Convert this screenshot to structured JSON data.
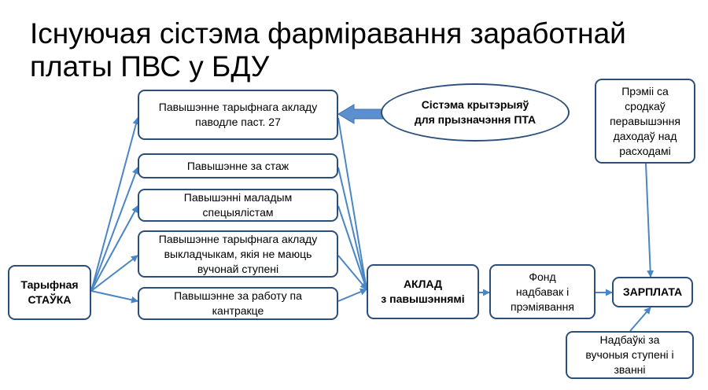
{
  "title": {
    "line1": "Існуючая сістэма фарміравання заработнай",
    "line2": "платы ПВС у БДУ"
  },
  "nodes": {
    "stavka": {
      "line1": "Тарыфная",
      "line2": "СТАЎКА"
    },
    "raise27": {
      "line1": "Павышэнне тарыфнага акладу",
      "line2": "паводле паст. 27"
    },
    "staj": {
      "line1": "Павышэнне за стаж"
    },
    "young": {
      "line1": "Павышэнні маладым",
      "line2": "спецыялістам"
    },
    "lecturers": {
      "line1": "Павышэнне тарыфнага акладу",
      "line2": "выкладчыкам, якія не маюць",
      "line3": "вучонай ступені"
    },
    "contract": {
      "line1": "Павышэнне за работу па",
      "line2": "кантракце"
    },
    "criteria": {
      "line1": "Сістэма крытэрыяў",
      "line2": "для прызначэння ПТА"
    },
    "aklad": {
      "line1": "АКЛАД",
      "line2": "з павышэннямі"
    },
    "fund": {
      "line1": "Фонд",
      "line2": "надбавак і",
      "line3": "прэміявання"
    },
    "salary": {
      "line1": "ЗАРПЛАТА"
    },
    "bonus": {
      "line1": "Прэміі са",
      "line2": "сродкаў",
      "line3": "перавышэння",
      "line4": "даходаў над",
      "line5": "расходамі"
    },
    "degree": {
      "line1": "Надбаўкі за",
      "line2": "вучоныя ступені і",
      "line3": "званні"
    }
  },
  "colors": {
    "arrow": "#4a86c5",
    "border": "#2b4f7a",
    "block_arrow": "#5b8fd0"
  }
}
